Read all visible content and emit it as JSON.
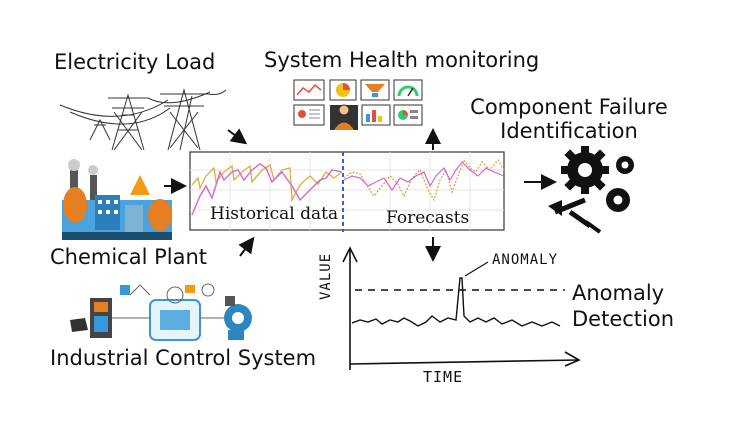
{
  "labels": {
    "electricity_load": "Electricity Load",
    "system_health": "System Health monitoring",
    "component_failure_line1": "Component Failure",
    "component_failure_line2": "Identification",
    "chemical_plant": "Chemical Plant",
    "industrial_control": "Industrial Control System",
    "anomaly_detection_line1": "Anomaly",
    "anomaly_detection_line2": "Detection"
  },
  "forecast_chart": {
    "historical_label": "Historical data",
    "forecast_label": "Forecasts"
  },
  "anomaly_plot": {
    "y_label": "VALUE",
    "x_label": "TIME",
    "annotation": "ANOMALY"
  },
  "colors": {
    "historical_series_1": "#d9b44a",
    "historical_series_2": "#d766c9",
    "forecast_series_1": "#e59a3c",
    "divider": "#3b5bdb",
    "chart_border": "#333333"
  }
}
